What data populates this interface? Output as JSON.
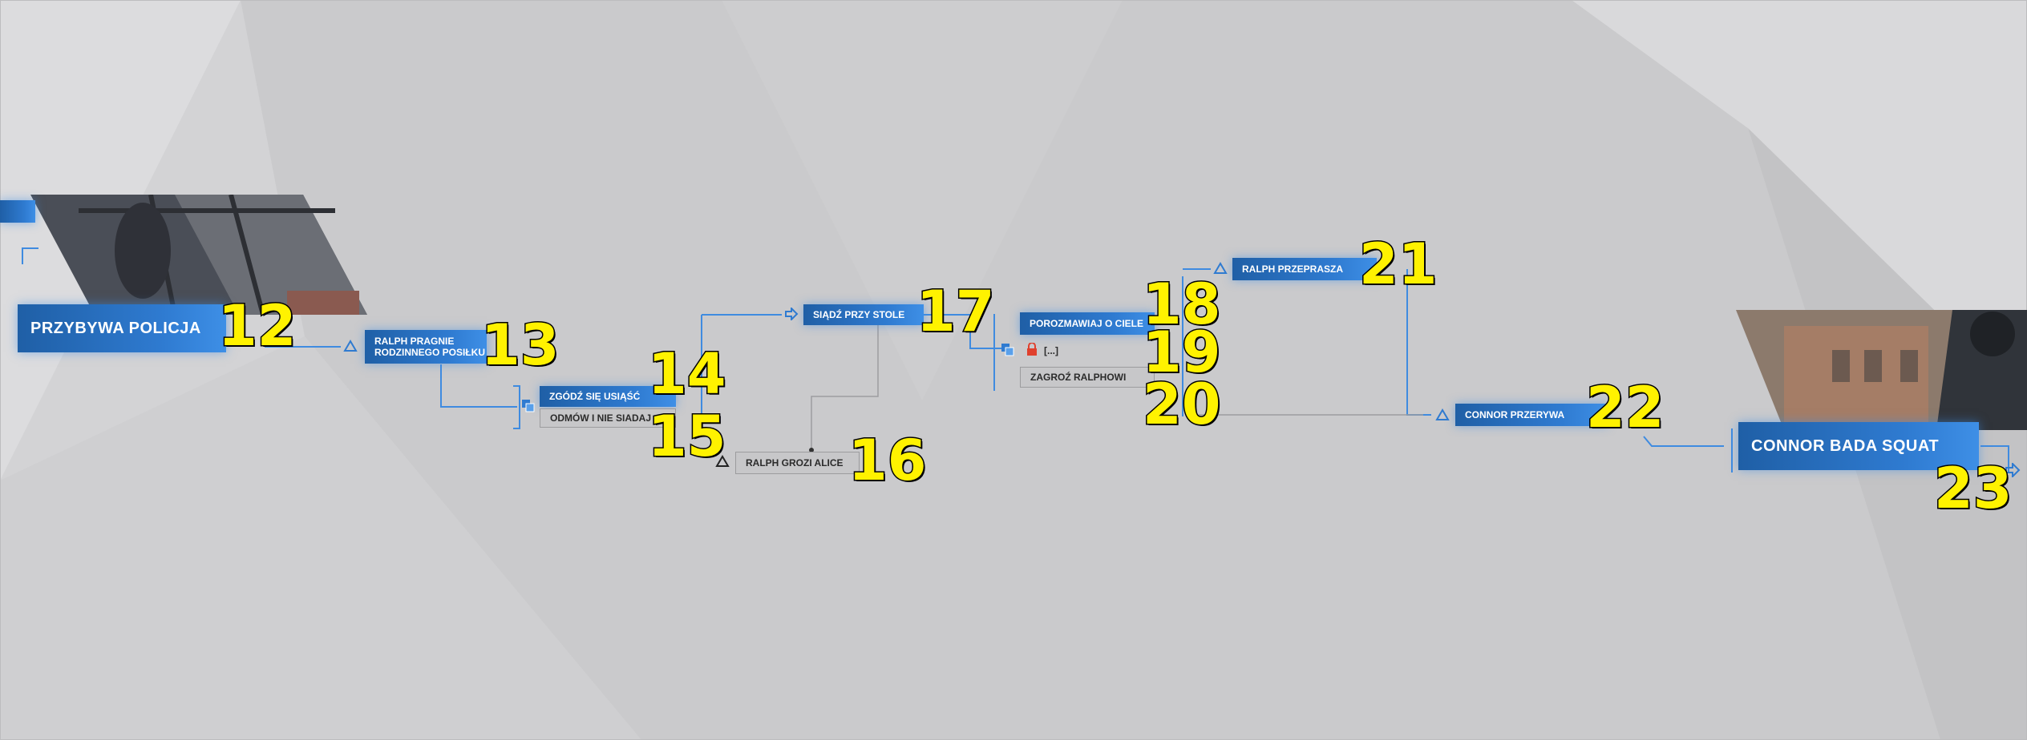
{
  "colors": {
    "accent": "#2f7bd1",
    "number": "#fff200",
    "background": "#d2d2d4"
  },
  "nodes": {
    "przybywa_policja": "PRZYBYWA POLICJA",
    "ralph_pragnie_1": "RALPH PRAGNIE",
    "ralph_pragnie_2": "RODZINNEGO POSIŁKU",
    "zgodz_sie": "ZGÓDŹ SIĘ USIĄŚĆ",
    "odmow": "ODMÓW I NIE SIADAJ",
    "ralph_grozi": "RALPH GROZI ALICE",
    "siadz_przy_stole": "SIĄDŹ PRZY STOLE",
    "porozmawiaj": "POROZMAWIAJ O CIELE",
    "locked": "[...]",
    "zagroz": "ZAGROŹ RALPHOWI",
    "ralph_przeprasza": "RALPH PRZEPRASZA",
    "connor_przerywa": "CONNOR PRZERYWA",
    "connor_bada": "CONNOR BADA SQUAT"
  },
  "numbers": [
    "12",
    "13",
    "14",
    "15",
    "16",
    "17",
    "18",
    "19",
    "20",
    "21",
    "22",
    "23"
  ],
  "icons": [
    "triangle-icon",
    "double-square-icon",
    "arrow-right-icon",
    "lock-icon",
    "triangle-icon",
    "triangle-icon",
    "triangle-icon",
    "arrow-right-icon"
  ]
}
